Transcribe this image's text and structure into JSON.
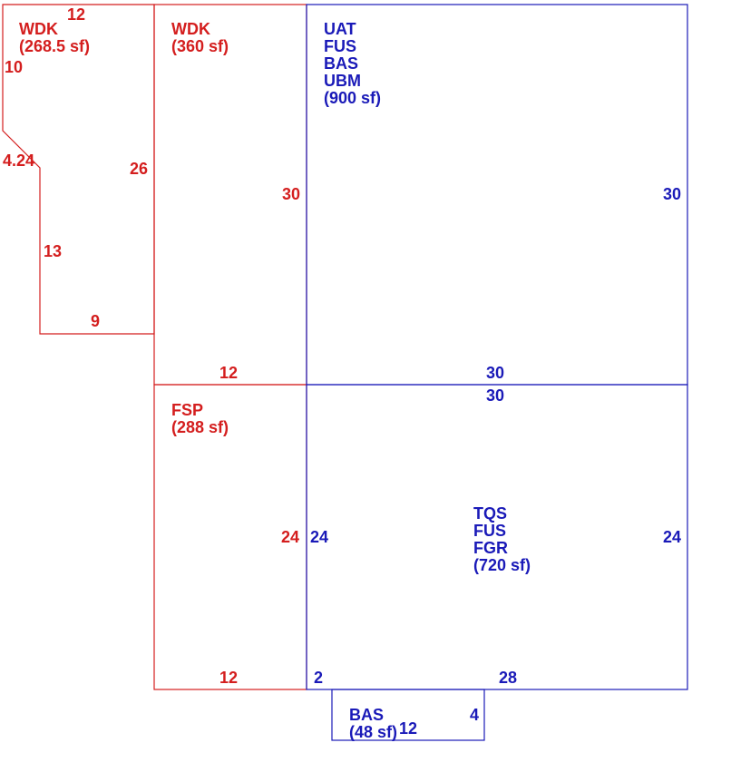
{
  "colors": {
    "outdoor": "#d41e1e",
    "building": "#1a1ab8",
    "background": "#ffffff"
  },
  "areas": [
    {
      "id": "wdk-left",
      "codes": [
        "WDK"
      ],
      "area": "(268.5 sf)",
      "dims": {
        "top": "12",
        "upper_left": "10",
        "diagonal": "4.24",
        "right": "26",
        "lower_left": "13",
        "bottom": "9"
      }
    },
    {
      "id": "wdk-mid",
      "codes": [
        "WDK"
      ],
      "area": "(360 sf)",
      "dims": {
        "right": "30",
        "bottom": "12"
      }
    },
    {
      "id": "main-upper",
      "codes": [
        "UAT",
        "FUS",
        "BAS",
        "UBM"
      ],
      "area": "(900 sf)",
      "dims": {
        "right": "30",
        "bottom": "30"
      }
    },
    {
      "id": "fsp",
      "codes": [
        "FSP"
      ],
      "area": "(288 sf)",
      "dims": {
        "right": "24",
        "bottom": "12"
      }
    },
    {
      "id": "main-lower",
      "codes": [
        "TQS",
        "FUS",
        "FGR"
      ],
      "area": "(720 sf)",
      "dims": {
        "top": "30",
        "left": "24",
        "right": "24",
        "bottom_left": "2",
        "bottom": "28"
      }
    },
    {
      "id": "bas-small",
      "codes": [
        "BAS"
      ],
      "area": "(48 sf)",
      "dims": {
        "right": "4",
        "bottom": "12"
      }
    }
  ]
}
